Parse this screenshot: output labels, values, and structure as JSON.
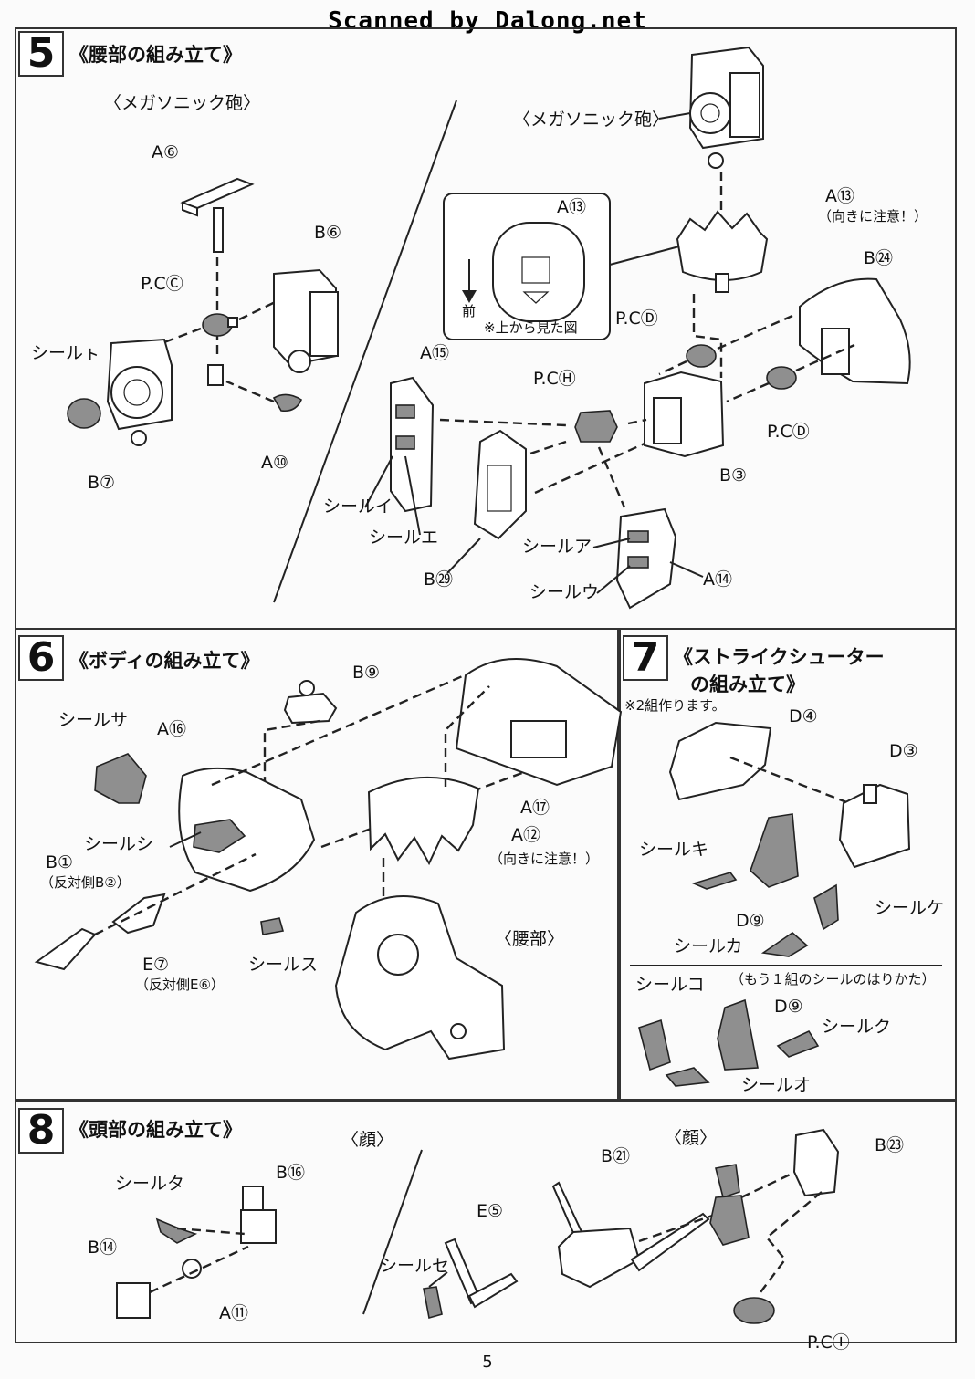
{
  "banner": "Scanned by Dalong.net",
  "page_number": "5",
  "steps": {
    "s5": {
      "number": "5",
      "title": "《腰部の組み立て》",
      "labels": {
        "megasonic_left": "〈メガソニック砲〉",
        "megasonic_right": "〈メガソニック砲〉",
        "a6": "A⑥",
        "b6": "B⑥",
        "pcc": "P.CⒸ",
        "seal_so": "シールㇳ",
        "b7": "B⑦",
        "a10": "A⑩",
        "a13_inset": "A⑬",
        "inset_front": "前",
        "inset_note": "※上から見た図",
        "a13": "A⑬",
        "a13_note": "（向きに注意！）",
        "b24": "B㉔",
        "pcd_top": "P.CⒹ",
        "pcd_bottom": "P.CⒹ",
        "a15": "A⑮",
        "pch": "P.CⒽ",
        "b3": "B③",
        "seal_i": "シールイ",
        "seal_e": "シールエ",
        "b29": "B㉙",
        "seal_a": "シールア",
        "seal_u": "シールウ",
        "a14": "A⑭"
      }
    },
    "s6": {
      "number": "6",
      "title": "《ボディの組み立て》",
      "labels": {
        "b9": "B⑨",
        "seal_sa": "シールサ",
        "a16": "A⑯",
        "seal_shi": "シールシ",
        "b1": "B①",
        "b1_note": "（反対側B②）",
        "e7": "E⑦",
        "e7_note": "（反対側E⑥）",
        "seal_su": "シールス",
        "a17": "A⑰",
        "a12": "A⑫",
        "a12_note": "（向きに注意！）",
        "waist": "〈腰部〉"
      }
    },
    "s7": {
      "number": "7",
      "title_line1": "《ストライクシューター",
      "title_line2": "の組み立て》",
      "note": "※2組作ります。",
      "labels": {
        "d4": "D④",
        "d3": "D③",
        "seal_ki": "シールキ",
        "d9_top": "D⑨",
        "seal_ke": "シールケ",
        "seal_ka": "シールカ",
        "other_set": "（もう１組のシールのはりかた）",
        "seal_ko": "シールコ",
        "d9_bottom": "D⑨",
        "seal_ku": "シールク",
        "seal_o": "シールオ"
      }
    },
    "s8": {
      "number": "8",
      "title": "《頭部の組み立て》",
      "labels": {
        "face_left": "〈顔〉",
        "face_right": "〈顔〉",
        "seal_ta": "シールタ",
        "b16": "B⑯",
        "b14": "B⑭",
        "a11": "A⑪",
        "e5": "E⑤",
        "seal_se": "シールセ",
        "b21": "B㉑",
        "b23": "B㉓",
        "pci": "P.CⒾ"
      }
    }
  }
}
